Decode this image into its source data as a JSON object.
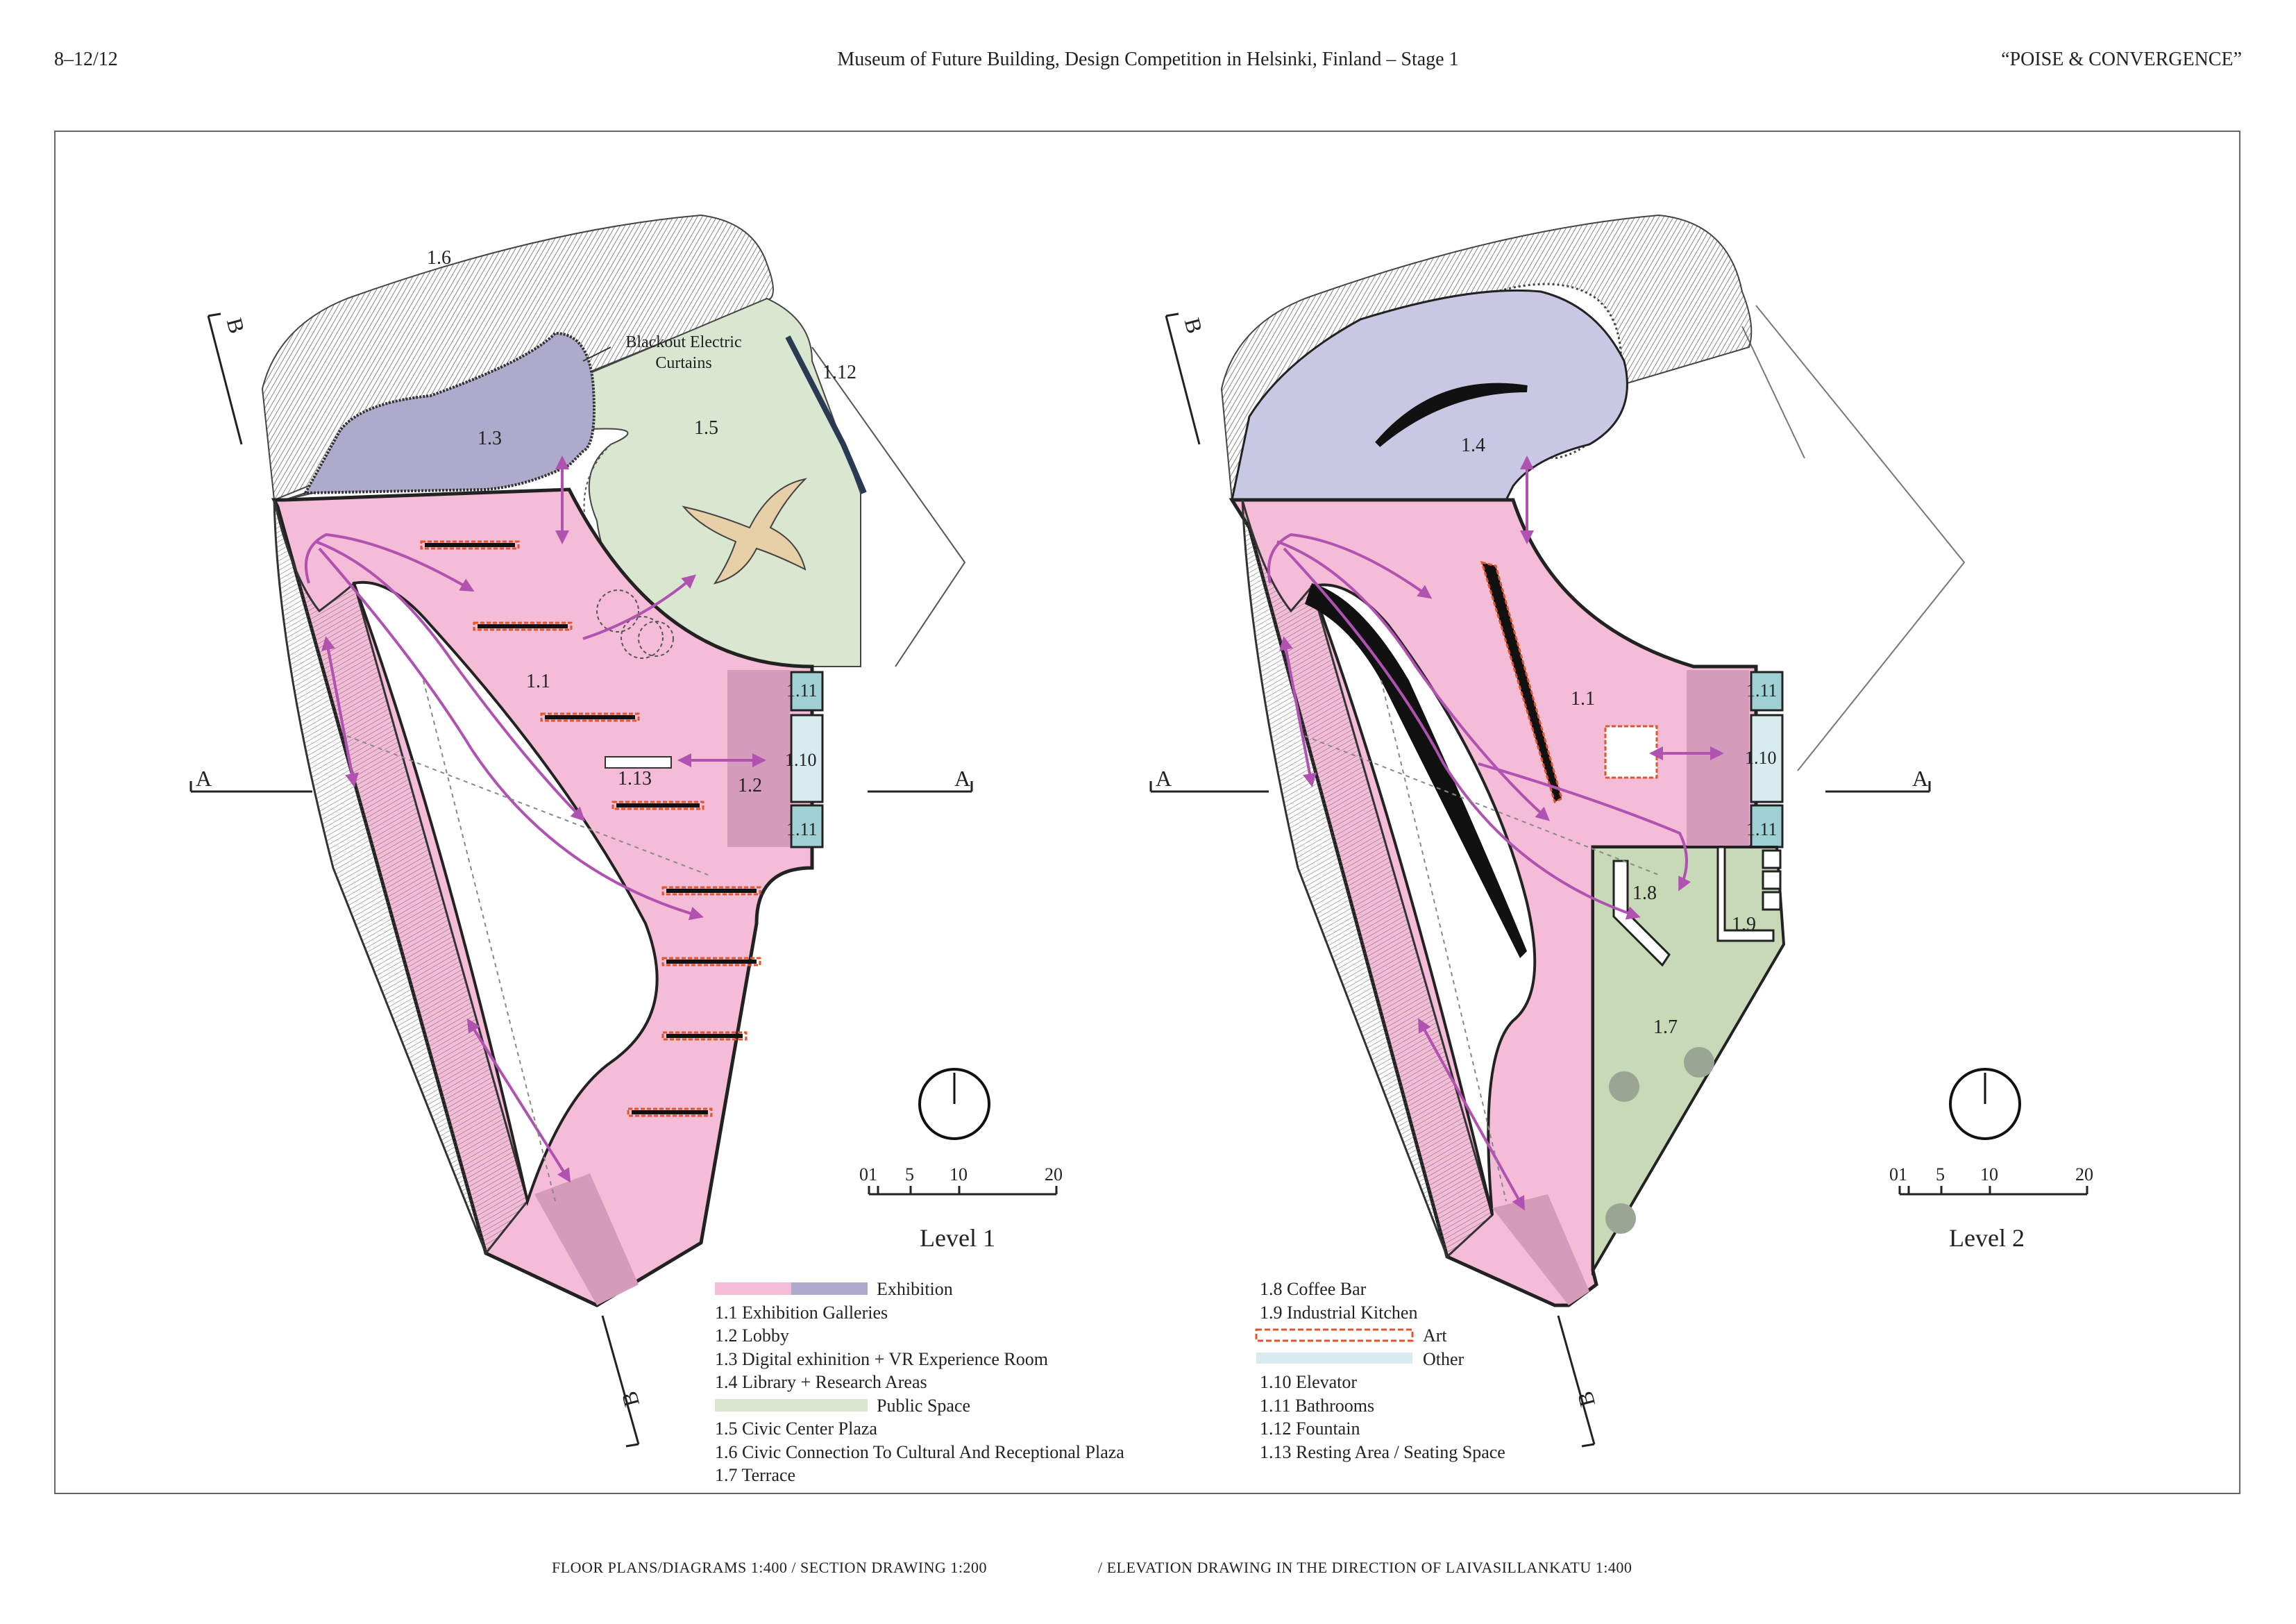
{
  "header": {
    "page_number": "8–12/12",
    "title": "Museum of Future Building, Design Competition in Helsinki, Finland – Stage 1",
    "motto": "“POISE & CONVERGENCE”"
  },
  "colors": {
    "exhibition_pink": "#f5bcd8",
    "exhibition_purple": "#aeaacb",
    "library_lavender": "#c9c8e4",
    "public_green": "#d9e6d0",
    "terrace_green": "#c8d9b8",
    "other_light_blue": "#d8ebee",
    "service_teal": "#9fd1d4",
    "lobby_mauve": "#d59bbb",
    "flow_arrow": "#b052b0",
    "art_outline": "#e0552b"
  },
  "level1": {
    "area_labels": {
      "terrace": "1.6",
      "fountain": "1.12",
      "vr_room": "1.3",
      "plaza": "1.5",
      "galleries": "1.1",
      "resting": "1.13",
      "lobby": "1.2",
      "elevator": "1.10",
      "bathroom_top": "1.11",
      "bathroom_bottom": "1.11"
    },
    "curtain_label_1": "Blackout Electric",
    "curtain_label_2": "Curtains",
    "section_a_left": "A",
    "section_a_right": "A",
    "section_b_top": "B",
    "section_b_bottom": "B",
    "scale_ticks": [
      "01",
      "5",
      "10",
      "20"
    ],
    "title": "Level 1"
  },
  "level2": {
    "area_labels": {
      "library": "1.4",
      "galleries": "1.1",
      "elevator": "1.10",
      "bathroom_top": "1.11",
      "bathroom_bottom": "1.11",
      "coffee": "1.8",
      "kitchen": "1.9",
      "terrace": "1.7"
    },
    "section_a_left": "A",
    "section_a_right": "A",
    "section_b_top": "B",
    "section_b_bottom": "B",
    "scale_ticks": [
      "01",
      "5",
      "10",
      "20"
    ],
    "title": "Level 2"
  },
  "legend_left": [
    {
      "text": "Exhibition",
      "swatch": "exhibition"
    },
    {
      "text": "1.1 Exhibition Galleries"
    },
    {
      "text": "1.2 Lobby"
    },
    {
      "text": "1.3 Digital exhinition + VR Experience Room"
    },
    {
      "text": "1.4 Library + Research Areas"
    },
    {
      "text": "Public Space",
      "swatch": "public"
    },
    {
      "text": "1.5 Civic Center Plaza"
    },
    {
      "text": "1.6 Civic Connection To Cultural And Receptional Plaza"
    },
    {
      "text": "1.7 Terrace"
    }
  ],
  "legend_right": [
    {
      "text": "1.8 Coffee Bar"
    },
    {
      "text": "1.9 Industrial Kitchen"
    },
    {
      "text": "Art",
      "swatch": "art"
    },
    {
      "text": "Other",
      "swatch": "other"
    },
    {
      "text": "1.10 Elevator"
    },
    {
      "text": "1.11 Bathrooms"
    },
    {
      "text": "1.12 Fountain"
    },
    {
      "text": "1.13 Resting Area / Seating Space"
    }
  ],
  "footer": {
    "left": "FLOOR PLANS/DIAGRAMS 1:400 / SECTION DRAWING 1:200",
    "right": "/ ELEVATION DRAWING IN THE DIRECTION OF LAIVASILLANKATU 1:400"
  }
}
